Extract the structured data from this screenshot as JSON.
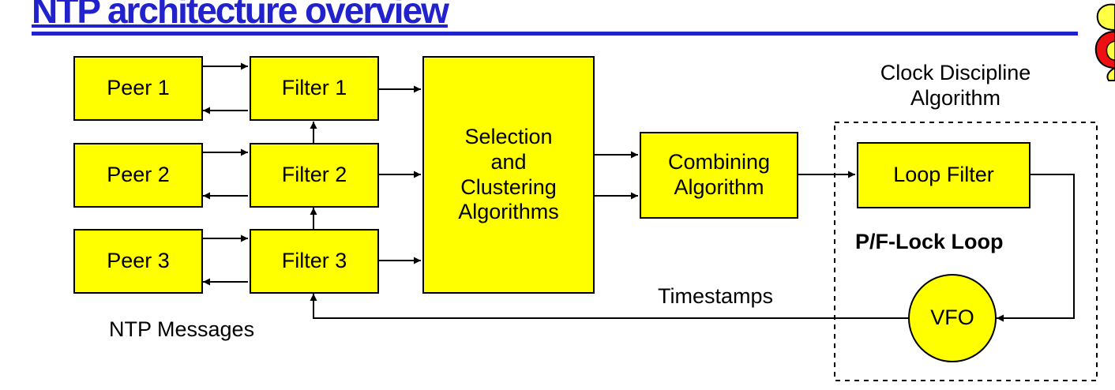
{
  "title": "NTP architecture overview",
  "colors": {
    "title": "#2222cc",
    "box_fill": "#ffff00",
    "stroke": "#000000"
  },
  "nodes": {
    "peer1": "Peer 1",
    "peer2": "Peer 2",
    "peer3": "Peer 3",
    "filter1": "Filter 1",
    "filter2": "Filter 2",
    "filter3": "Filter 3",
    "selection": "Selection\nand\nClustering\nAlgorithms",
    "combining": "Combining\nAlgorithm",
    "loop_filter": "Loop Filter",
    "vfo": "VFO"
  },
  "labels": {
    "clock_discipline": "Clock Discipline\nAlgorithm",
    "pf_lock_loop": "P/F-Lock Loop",
    "timestamps": "Timestamps",
    "ntp_messages": "NTP Messages"
  },
  "logo_icon": "mascot-logo-icon"
}
